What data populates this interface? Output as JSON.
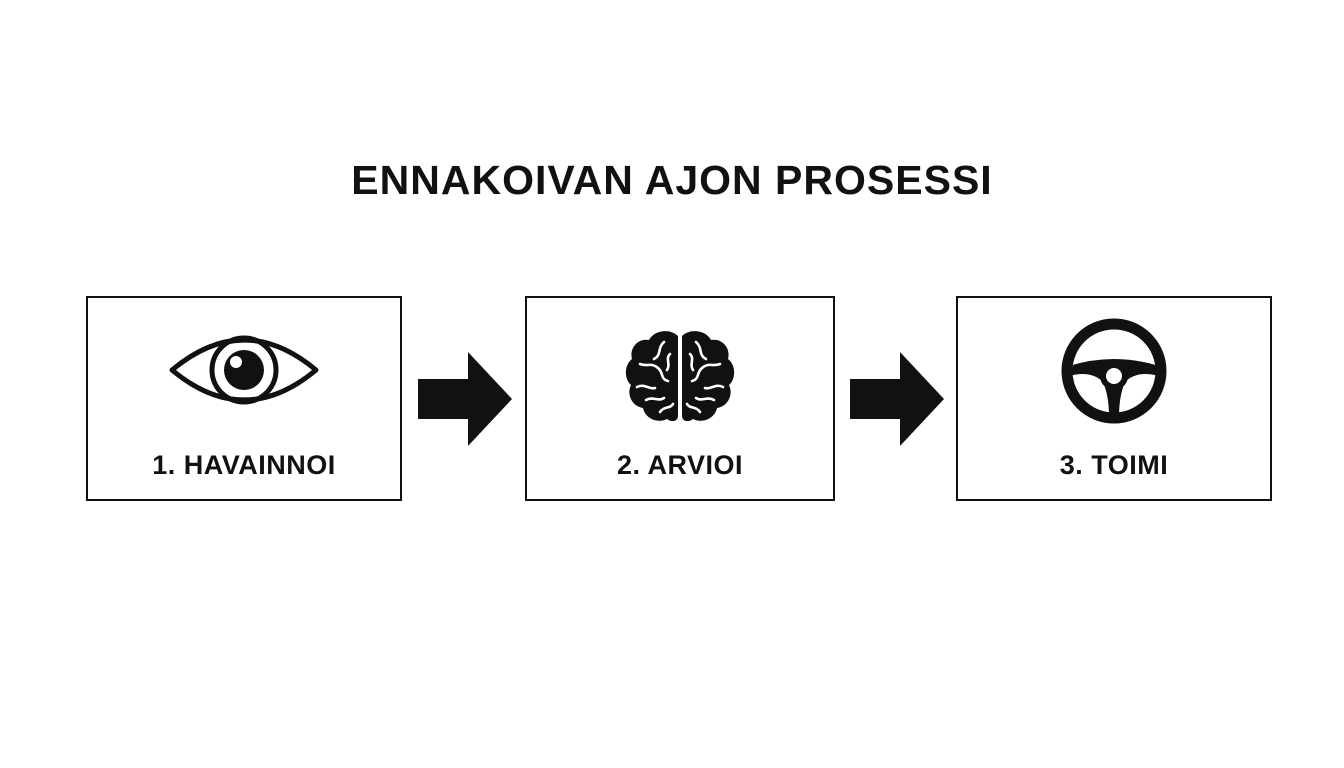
{
  "title": "ENNAKOIVAN AJON PROSESSI",
  "steps": [
    {
      "label": "1. HAVAINNOI",
      "icon": "eye-icon"
    },
    {
      "label": "2. ARVIOI",
      "icon": "brain-icon"
    },
    {
      "label": "3. TOIMI",
      "icon": "steering-wheel-icon"
    }
  ],
  "connectors": [
    "arrow-right-icon",
    "arrow-right-icon"
  ],
  "colors": {
    "ink": "#111111",
    "background": "#ffffff"
  }
}
